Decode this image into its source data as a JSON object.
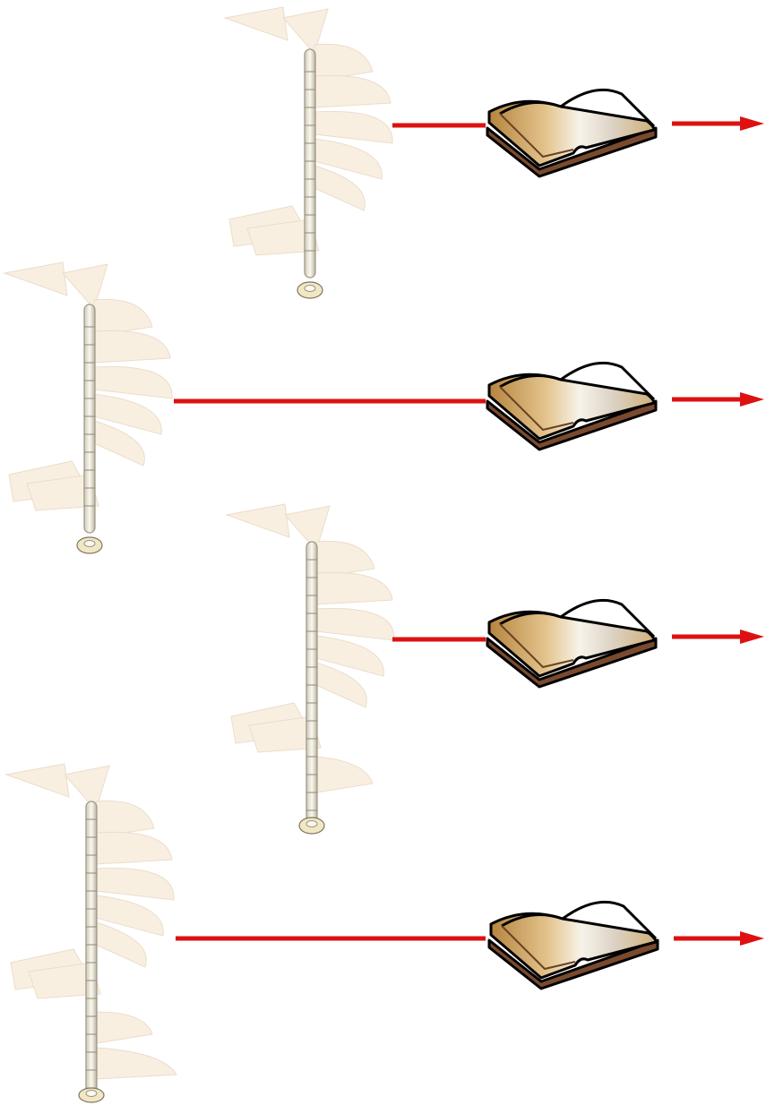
{
  "diagram": {
    "rows": [
      {
        "staircase": "spiral-staircase",
        "book": "open-book-icon",
        "arrow": "arrow-right-icon"
      },
      {
        "staircase": "spiral-staircase",
        "book": "open-book-icon",
        "arrow": "arrow-right-icon"
      },
      {
        "staircase": "spiral-staircase",
        "book": "open-book-icon",
        "arrow": "arrow-right-icon"
      },
      {
        "staircase": "spiral-staircase",
        "book": "open-book-icon",
        "arrow": "arrow-right-icon"
      }
    ],
    "colors": {
      "connector": "#dd1111",
      "tread": "#f5e3c9",
      "tread_edge": "#d9c2a2",
      "pole": "#eae6d8",
      "book_cover": "#7a4a2e",
      "book_page_warm": "#c99a4e",
      "book_page_light": "#f7f3ea"
    }
  }
}
